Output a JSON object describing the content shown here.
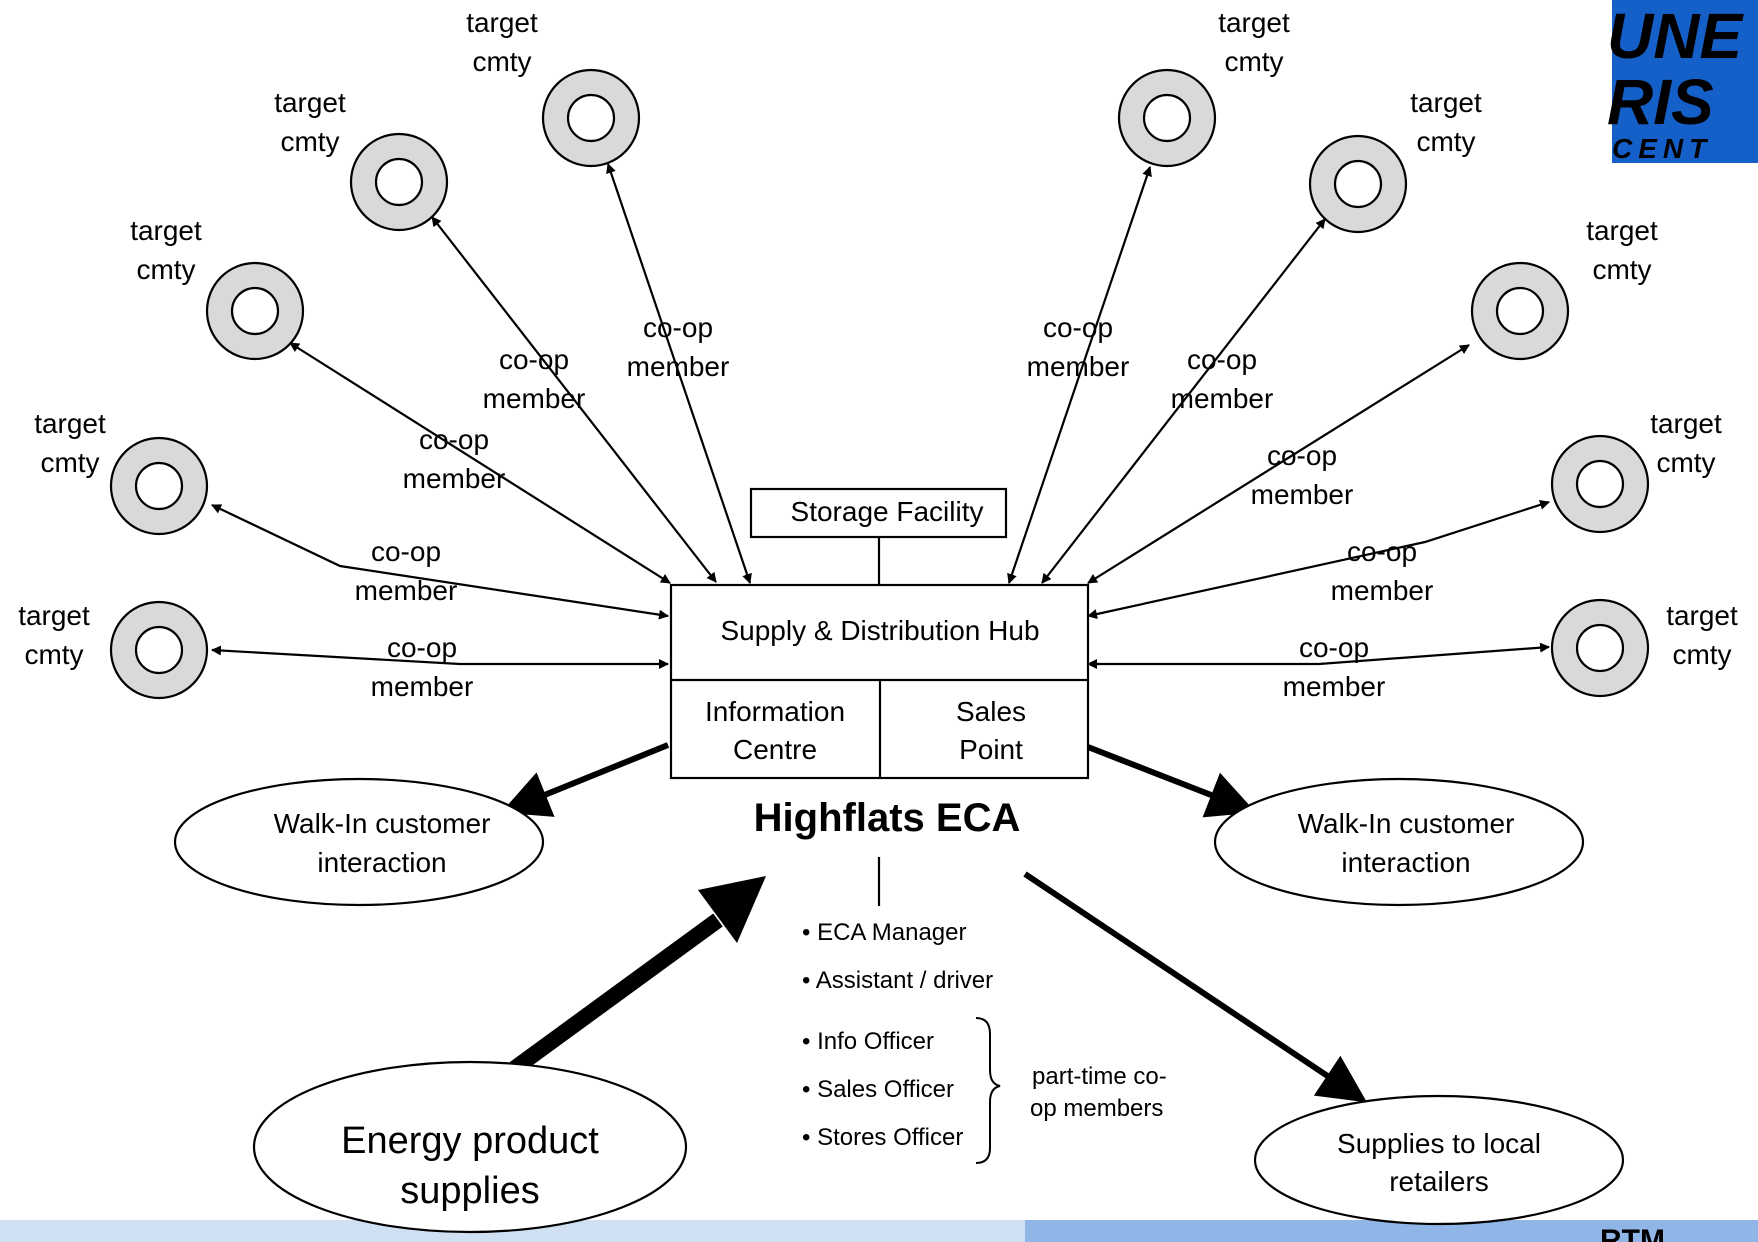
{
  "colors": {
    "line": "#000000",
    "target_fill": "#d9d9d9",
    "footer_left": "#cfe0f3",
    "footer_right": "#8fb6e6",
    "logo_blue": "#1560c8"
  },
  "target": {
    "line1": "target",
    "line2": "cmty"
  },
  "link": {
    "line1": "co-op",
    "line2": "member"
  },
  "hub": {
    "storage": "Storage Facility",
    "supply": "Supply & Distribution Hub",
    "info": [
      "Information",
      "Centre"
    ],
    "sales": [
      "Sales",
      "Point"
    ],
    "title": "Highflats ECA"
  },
  "walkin": [
    "Walk-In customer",
    "interaction"
  ],
  "energy": [
    "Energy product",
    "supplies"
  ],
  "retailers": [
    "Supplies to local",
    "retailers"
  ],
  "staff": [
    "• ECA Manager",
    "• Assistant / driver",
    "• Info Officer",
    "• Sales Officer",
    "• Stores Officer"
  ],
  "parttime": [
    "part-time co-",
    "op members"
  ],
  "logo": [
    "UNE",
    "RIS",
    "CENT"
  ],
  "footer_text": "RTM"
}
